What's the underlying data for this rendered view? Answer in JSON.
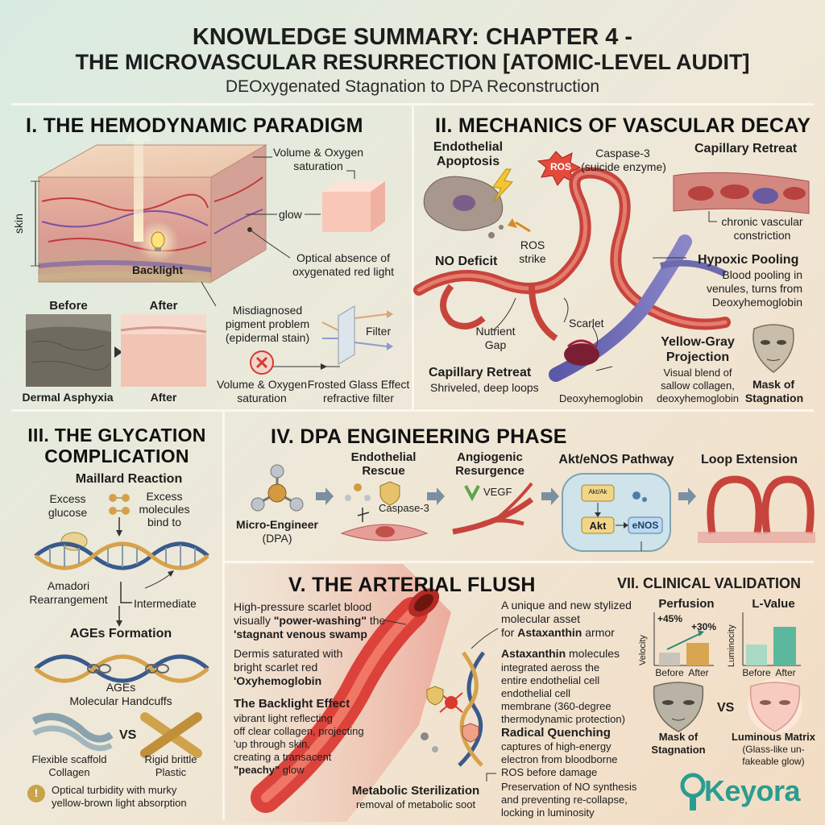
{
  "title": {
    "line1": "KNOWLEDGE SUMMARY: CHAPTER 4 -",
    "line2": "THE MICROVASCULAR RESURRECTION [ATOMIC-LEVEL AUDIT]",
    "subtitle": "DEOxygenated Stagnation to DPA Reconstruction"
  },
  "s1": {
    "heading": "I. THE HEMODYNAMIC PARADIGM",
    "skin": "skin",
    "backlight": "Backlight",
    "vol_oxy_1": "Volume & Oxygen",
    "vol_oxy_2": "saturation",
    "glow": "glow",
    "optical_1": "Optical absence of",
    "optical_2": "oxygenated red light",
    "before": "Before",
    "after": "After",
    "misdiag_1": "Misdiagnosed",
    "misdiag_2": "pigment problem",
    "misdiag_3": "(epidermal stain)",
    "filter": "Filter",
    "dermal": "Dermal Asphyxia",
    "after2": "After",
    "vol2_1": "Volume & Oxygen",
    "vol2_2": "saturation",
    "frost_1": "Frosted Glass Effect",
    "frost_2": "refractive filter"
  },
  "s2": {
    "heading": "II. MECHANICS OF VASCULAR DECAY",
    "endo_1": "Endothelial",
    "endo_2": "Apoptosis",
    "ros": "ROS",
    "casp_1": "Caspase-3",
    "casp_2": "(suicide enzyme)",
    "cap_retreat_top": "Capillary Retreat",
    "chronic_1": "chronic vascular",
    "chronic_2": "constriction",
    "no_deficit": "NO Deficit",
    "ros_1": "ROS",
    "ros_2": "strike",
    "hypoxic": "Hypoxic Pooling",
    "hyp_1": "Blood pooling in",
    "hyp_2": "venules, turns from",
    "hyp_3": "Deoxyhemoglobin",
    "nutrient_1": "Nutrient",
    "nutrient_2": "Gap",
    "scarlet": "Scarlet",
    "yg_1": "Yellow-Gray",
    "yg_2": "Projection",
    "yg_d1": "Visual blend of",
    "yg_d2": "sallow collagen,",
    "yg_d3": "deoxyhemoglobin",
    "cap_retreat": "Capillary Retreat",
    "shriveled": "Shriveled, deep loops",
    "deoxy": "Deoxyhemoglobin",
    "mask_1": "Mask of",
    "mask_2": "Stagnation"
  },
  "s3": {
    "heading_1": "III. THE GLYCATION",
    "heading_2": "COMPLICATION",
    "maillard": "Maillard Reaction",
    "glucose_1": "Excess",
    "glucose_2": "glucose",
    "mol_1": "Excess",
    "mol_2": "molecules",
    "mol_3": "bind to",
    "amadori_1": "Amadori",
    "amadori_2": "Rearrangement",
    "intermediate": "Intermediate",
    "ages": "AGEs Formation",
    "ages_1": "AGEs",
    "ages_2": "Molecular Handcuffs",
    "vs": "VS",
    "flex_1": "Flexible scaffold",
    "flex_2": "Collagen",
    "rigid_1": "Rigid brittle",
    "rigid_2": "Plastic",
    "opt_1": "Optical turbidity with murky",
    "opt_2": "yellow-brown light absorption",
    "warn": "!"
  },
  "s4": {
    "heading": "IV. DPA ENGINEERING PHASE",
    "micro_1": "Micro-Engineer",
    "micro_2": "(DPA)",
    "endo_1": "Endothelial",
    "endo_2": "Rescue",
    "casp": "Caspase-3",
    "angio_1": "Angiogenic",
    "angio_2": "Resurgence",
    "vegf": "VEGF",
    "akt_path": "Akt/eNOS Pathway",
    "akt_small": "Akt/Ak",
    "akt": "Akt",
    "enos": "eNOS",
    "loop": "Loop Extension"
  },
  "s5": {
    "heading": "V. THE ARTERIAL FLUSH",
    "hp_1": "High-pressure scarlet blood",
    "hp_2a": "visually ",
    "hp_2b": "\"power-washing\"",
    "hp_2c": " the",
    "hp_3": "'stagnant venous swamp",
    "derm_1": "Dermis saturated with",
    "derm_2": "bright scarlet red",
    "derm_3": "'Oxyhemoglobin",
    "bl_h": "The Backlight Effect",
    "bl_1": "vibrant light reflecting",
    "bl_2": "off clear collagen, projecting",
    "bl_3": "'up through skin,",
    "bl_4": "creating a transacent",
    "bl_5a": "\"peachy\"",
    "bl_5b": " glow",
    "uniq_1": "A unique and new stylized",
    "uniq_2": "molecular asset",
    "uniq_3a": "for ",
    "uniq_3b": "Astaxanthin",
    "uniq_3c": " armor",
    "ast_h": "Astaxanthin",
    "ast_h2": " molecules",
    "ast_1": "integrated aeross the",
    "ast_2": "entire endothelial cell",
    "ast_3": "endothelial cell",
    "ast_4": "membrane (360-degree",
    "ast_5": "thermodynamic protection)",
    "rq_h": "Radical Quenching",
    "rq_1": "captures of high-energy",
    "rq_2": "electron from bloodborne",
    "rq_3": "ROS before damage",
    "pres_1": "Preservation of NO synthesis",
    "pres_2": "and preventing re-collapse,",
    "pres_3": "locking in luminosity",
    "ms_h": "Metabolic Sterilization",
    "ms_1": "removal of metabolic soot"
  },
  "s7": {
    "heading": "VII. CLINICAL VALIDATION",
    "perf": "Perfusion",
    "lval": "L-Value",
    "p45": "+45%",
    "p30": "+30%",
    "velocity": "Velocity",
    "luminocity": "Luminocity",
    "before1": "Before",
    "after1": "After",
    "before2": "Before",
    "after2": "After",
    "vs": "VS",
    "mask_1": "Mask of",
    "mask_2": "Stagnation",
    "lum_1": "Luminous Matrix",
    "lum_2": "(Glass-like un-",
    "lum_3": "fakeable glow)"
  },
  "brand": {
    "name": "Keyora",
    "accent": "#2a9d8f"
  },
  "chart_data": [
    {
      "type": "bar",
      "title": "Perfusion",
      "ylabel": "Velocity",
      "categories": [
        "Before",
        "After"
      ],
      "values": [
        1.0,
        1.45
      ],
      "annotations": [
        "+45%",
        "+30%"
      ]
    },
    {
      "type": "bar",
      "title": "L-Value",
      "ylabel": "Luminocity",
      "categories": [
        "Before",
        "After"
      ],
      "values": [
        1.0,
        1.6
      ]
    }
  ]
}
